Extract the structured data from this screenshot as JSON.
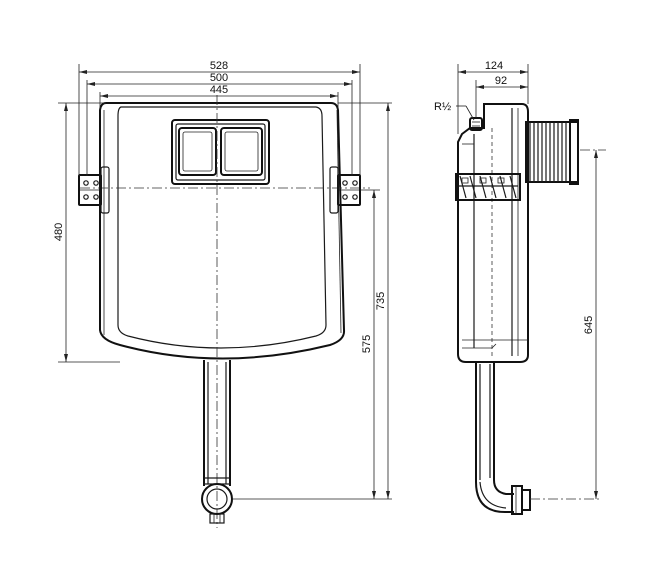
{
  "front_view": {
    "width_overall": "528",
    "width_brackets": "500",
    "width_body": "445",
    "height_body": "480",
    "height_to_outlet": "575",
    "height_total": "735"
  },
  "side_view": {
    "depth_overall": "124",
    "depth_tank": "92",
    "thread_label": "R½",
    "height_inlet": "645"
  }
}
